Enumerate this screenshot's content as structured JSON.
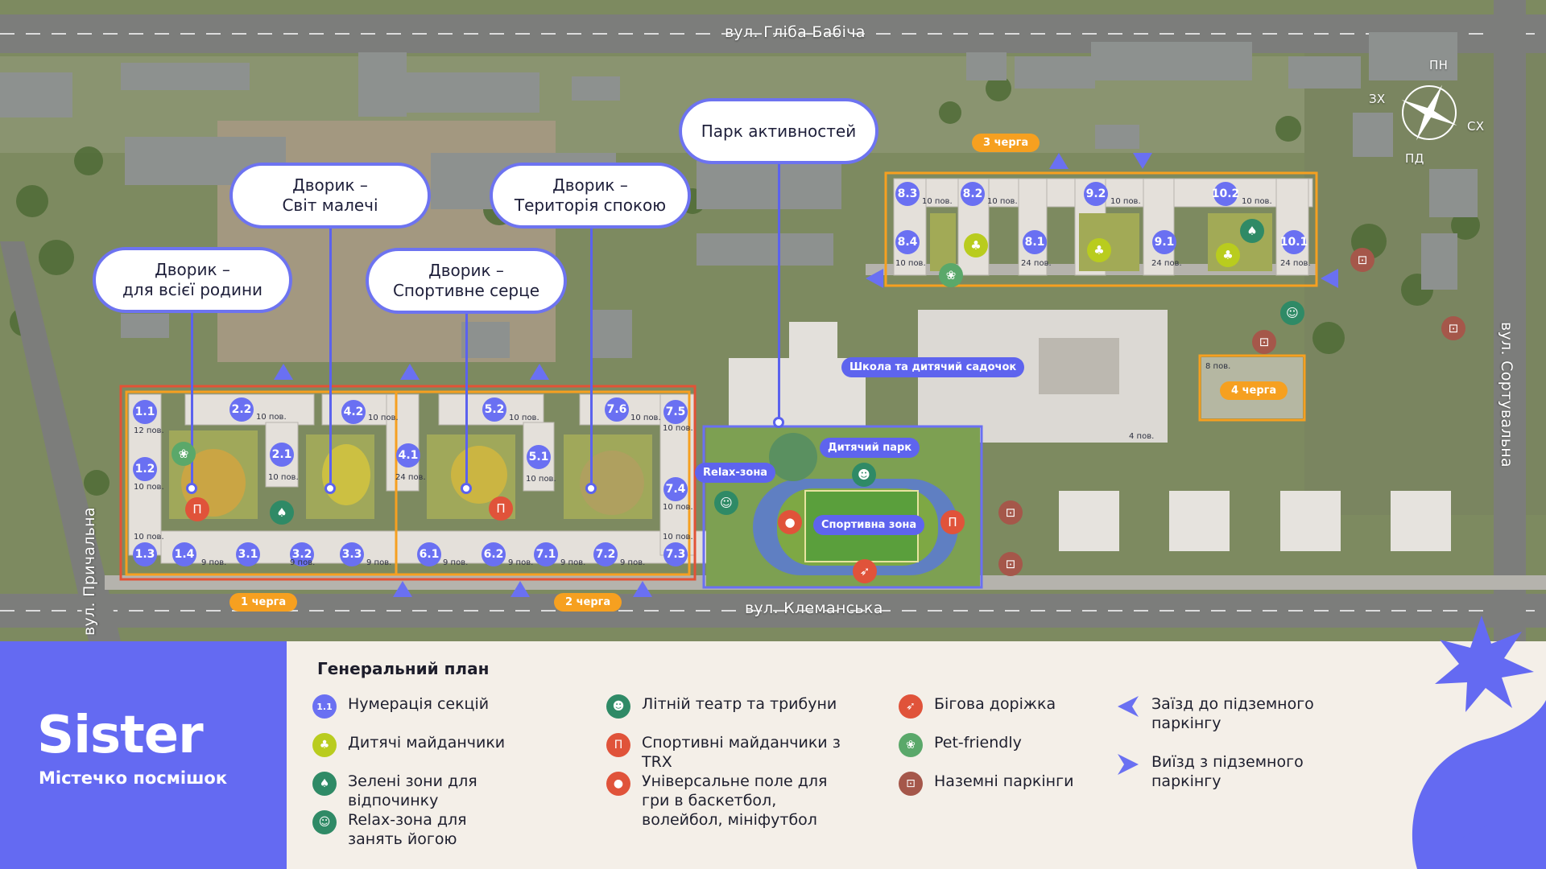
{
  "streets": {
    "north": "вул. Гліба Бабіча",
    "south": "вул. Клеманська",
    "west": "вул. Причальна",
    "east": "вул. Сортувальна"
  },
  "compass": {
    "n": "ПН",
    "s": "ПД",
    "e": "СХ",
    "w": "ЗХ"
  },
  "callouts": {
    "park": "Парк активностей",
    "family": "Дворик –\nдля всієї родини",
    "kids": "Дворик –\nСвіт малечі",
    "sport_heart": "Дворик –\nСпортивне серце",
    "calm": "Дворик –\nТериторія спокою"
  },
  "queues": {
    "q1": "1 черга",
    "q2": "2 черга",
    "q3": "3 черга",
    "q4": "4 черга"
  },
  "zones": {
    "school": "Школа та дитячий садочок",
    "kids_park": "Дитячий парк",
    "relax": "Relax-зона",
    "sport": "Спортивна зона"
  },
  "sections": [
    {
      "id": "1.1",
      "floors": "12 пов."
    },
    {
      "id": "1.2",
      "floors": "10 пов."
    },
    {
      "id": "1.3",
      "floors": "10 пов."
    },
    {
      "id": "1.4",
      "floors": ""
    },
    {
      "id": "2.2",
      "floors": "10 пов."
    },
    {
      "id": "2.1",
      "floors": "10 пов."
    },
    {
      "id": "3.1",
      "floors": "9 пов."
    },
    {
      "id": "3.2",
      "floors": "9 пов."
    },
    {
      "id": "3.3",
      "floors": "9 пов."
    },
    {
      "id": "4.2",
      "floors": "10 пов."
    },
    {
      "id": "4.1",
      "floors": "24 пов."
    },
    {
      "id": "5.2",
      "floors": "10 пов."
    },
    {
      "id": "5.1",
      "floors": "10 пов."
    },
    {
      "id": "6.1",
      "floors": "9 пов."
    },
    {
      "id": "6.2",
      "floors": "9 пов."
    },
    {
      "id": "7.6",
      "floors": "10 пов."
    },
    {
      "id": "7.5",
      "floors": "10 пов."
    },
    {
      "id": "7.4",
      "floors": "10 пов."
    },
    {
      "id": "7.1",
      "floors": "9 пов."
    },
    {
      "id": "7.2",
      "floors": "9 пов."
    },
    {
      "id": "7.3",
      "floors": "10 пов."
    },
    {
      "id": "8.3",
      "floors": "10 пов."
    },
    {
      "id": "8.4",
      "floors": "10 пов."
    },
    {
      "id": "8.2",
      "floors": "10 пов."
    },
    {
      "id": "8.1",
      "floors": "24 пов."
    },
    {
      "id": "9.2",
      "floors": "10 пов."
    },
    {
      "id": "9.1",
      "floors": "24 пов."
    },
    {
      "id": "10.2",
      "floors": "10 пов."
    },
    {
      "id": "10.1",
      "floors": "24 пов."
    }
  ],
  "misc_floors": {
    "q4": "8 пов.",
    "school": "4 пов."
  },
  "brand": {
    "title": "Sister",
    "subtitle": "Містечко посмішок"
  },
  "legend": {
    "title": "Генеральний план",
    "items": [
      {
        "label": "Нумерація секцій",
        "icon": "section-number-icon",
        "glyph": "1.1",
        "color": "#6a70f2"
      },
      {
        "label": "Дитячі майданчики",
        "icon": "playground-icon",
        "glyph": "♣",
        "color": "#b9cc1e"
      },
      {
        "label": "Зелені зони для відпочинку",
        "icon": "tree-icon",
        "glyph": "♠",
        "color": "#2f8a66"
      },
      {
        "label": "Relax-зона для занять йогою",
        "icon": "yoga-icon",
        "glyph": "☺",
        "color": "#2f8a66"
      },
      {
        "label": "Літній театр та трибуни",
        "icon": "theater-icon",
        "glyph": "☻",
        "color": "#2f8a66"
      },
      {
        "label": "Спортивні майданчики з TRX",
        "icon": "trx-icon",
        "glyph": "Π",
        "color": "#e0533a"
      },
      {
        "label": "Універсальне поле для гри в баскетбол, волейбол, мініфутбол",
        "icon": "ball-icon",
        "glyph": "●",
        "color": "#e0533a"
      },
      {
        "label": "Бігова доріжка",
        "icon": "runner-icon",
        "glyph": "➶",
        "color": "#e0533a"
      },
      {
        "label": "Pet-friendly",
        "icon": "paw-icon",
        "glyph": "❀",
        "color": "#5aa86a"
      },
      {
        "label": "Наземні паркінги",
        "icon": "car-icon",
        "glyph": "⊡",
        "color": "#a5574a"
      },
      {
        "label": "Заїзд до підземного паркінгу",
        "icon": "parking-entry-arrow-icon",
        "color": "#6a70f2"
      },
      {
        "label": "Виїзд з підземного паркінгу",
        "icon": "parking-exit-arrow-icon",
        "color": "#6a70f2"
      }
    ]
  },
  "colors": {
    "accent": "#646af2",
    "queue": "#f6a020",
    "line1": "#e0533a"
  }
}
